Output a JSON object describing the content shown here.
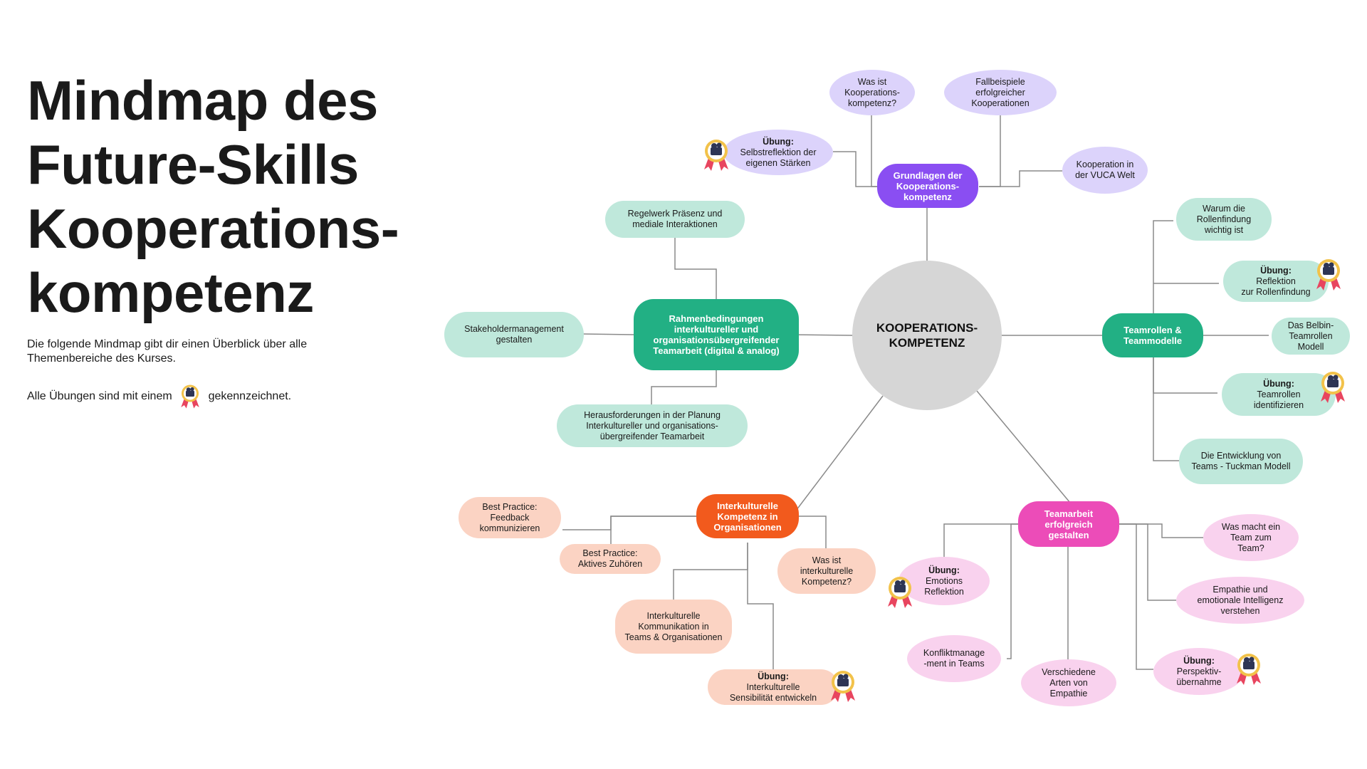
{
  "title": [
    "Mindmap des",
    "Future-Skills",
    "Kooperations-",
    "kompetenz"
  ],
  "intro": {
    "line1": "Die folgende Mindmap gibt dir einen Überblick über alle Themenbereiche des Kurses.",
    "line2_before": "Alle Übungen sind mit einem",
    "line2_after": "gekennzeichnet.",
    "badge_icon": "award-badge-icon"
  },
  "colors": {
    "purple": "#8a4ef2",
    "green": "#22b084",
    "orange": "#f25a1d",
    "pink": "#ec4cb8",
    "center": "#d6d6d6",
    "mint": "#bfe8db",
    "lavender": "#dcd3fb",
    "peach": "#fbd3c3",
    "light_pink": "#f9d2ee",
    "badge_ring": "#f2c24a",
    "badge_ribbon": "#e8455f"
  },
  "center": {
    "label": "KOOPERATIONS-\nKOMPETENZ"
  },
  "hubs": {
    "grundlagen": "Grundlagen der\nKooperations-\nkompetenz",
    "rahmen": "Rahmenbedingungen\ninterkultureller und\norganisationsübergreifender\nTeamarbeit (digital & analog)",
    "teamrollen": "Teamrollen &\nTeammodelle",
    "interkulturell": "Interkulturelle\nKompetenz in\nOrganisationen",
    "teamarbeit": "Teamarbeit\nerfolgreich\ngestalten"
  },
  "exercise_label": "Übung:",
  "leaves": {
    "was_ist_koop": "Was ist\nKooperations-\nkompetenz?",
    "fallbeispiele": "Fallbeispiele\nerfolgreicher\nKooperationen",
    "selbstreflektion": "Selbstreflektion der\neigenen Stärken",
    "vuca": "Kooperation in\nder VUCA Welt",
    "regelwerk": "Regelwerk Präsenz und\nmediale Interaktionen",
    "stakeholder": "Stakeholdermanagement\ngestalten",
    "herausforderungen": "Herausforderungen in der Planung\nInterkultureller und organisations-\nübergreifender Teamarbeit",
    "warum_rollen": "Warum die\nRollenfindung\nwichtig ist",
    "reflektion_rollen": "Reflektion\nzur Rollenfindung",
    "belbin": "Das Belbin-\nTeamrollen\nModell",
    "teamrollen_ident": "Teamrollen\nidentifizieren",
    "tuckman": "Die Entwicklung von\nTeams - Tuckman Modell",
    "feedback": "Best Practice:\nFeedback\nkommunizieren",
    "zuhoeren": "Best Practice:\nAktives Zuhören",
    "was_ist_interkult": "Was ist\ninterkulturelle\nKompetenz?",
    "kommunikation": "Interkulturelle\nKommunikation in\nTeams & Organisationen",
    "sensibilitaet": "Interkulturelle\nSensibilität entwickeln",
    "emotions": "Emotions\nReflektion",
    "konflikt": "Konfliktmanage\n-ment in Teams",
    "empathie_arten": "Verschiedene\nArten von\nEmpathie",
    "was_macht_team": "Was macht ein\nTeam zum\nTeam?",
    "empathie_intel": "Empathie und\nemotionale Intelligenz\nverstehen",
    "perspektiv": "Perspektiv-\nübernahme"
  }
}
